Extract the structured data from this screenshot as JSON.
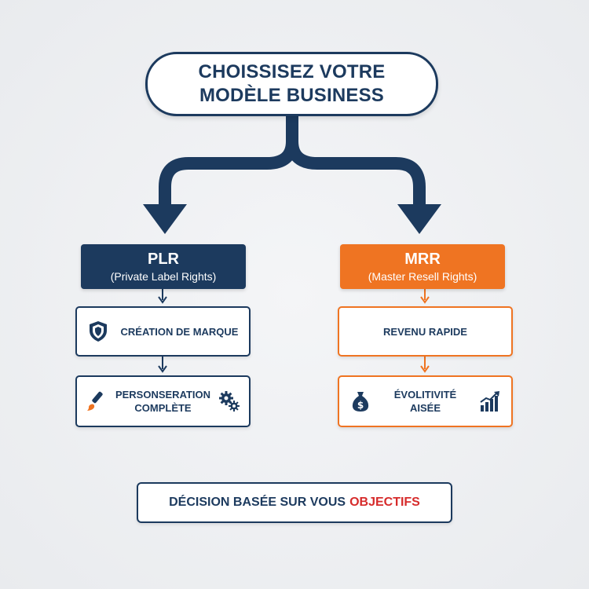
{
  "title": {
    "line1": "CHOISSISEZ VOTRE",
    "line2": "MODÈLE BUSINESS"
  },
  "plr": {
    "title": "PLR",
    "subtitle": "(Private Label Rights)",
    "items": [
      {
        "label": "CRÉATION DE MARQUE",
        "icon": "shield-icon"
      },
      {
        "label_line1": "PERSONSERATION",
        "label_line2": "COMPLÈTE",
        "icon": "paintbrush-icon",
        "icon_right": "gears-icon"
      }
    ]
  },
  "mrr": {
    "title": "MRR",
    "subtitle": "(Master Resell Rights)",
    "items": [
      {
        "label": "REVENU RAPIDE"
      },
      {
        "label_line1": "ÉVOLITIVITÉ",
        "label_line2": "AISÉE",
        "icon": "money-bag-icon",
        "icon_right": "growth-chart-icon"
      }
    ]
  },
  "decision": {
    "text": "DÉCISION BASÉE SUR VOUS",
    "accent": "OBJECTIFS"
  },
  "colors": {
    "navy": "#1c3a5e",
    "orange": "#ef7422",
    "red": "#d62b2b",
    "background": "#eceef0"
  }
}
